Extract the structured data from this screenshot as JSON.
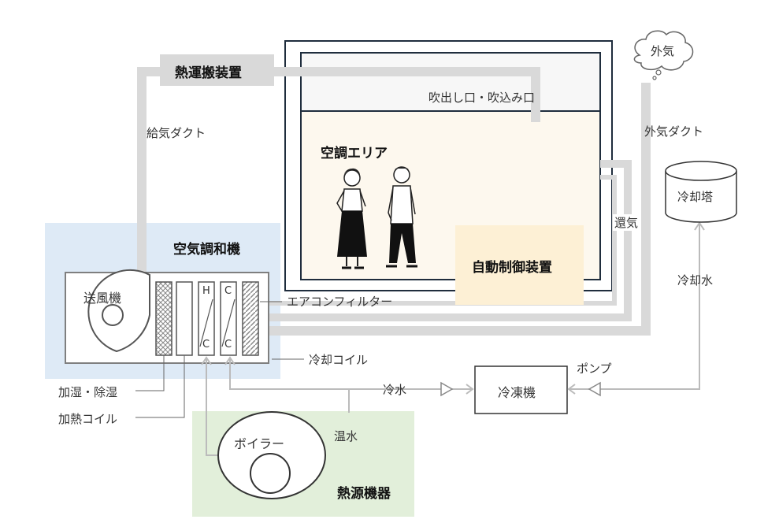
{
  "labels": {
    "heat_transport": "熱運搬装置",
    "supply_duct": "給気ダクト",
    "air_handler": "空気調和機",
    "fan": "送風機",
    "coil_h": "H",
    "coil_c1": "C",
    "coil_c2": "C",
    "coil_c3": "C",
    "air_filter": "エアコンフィルター",
    "cooling_coil": "冷却コイル",
    "humidify": "加湿・除湿",
    "heating_coil": "加熱コイル",
    "boiler": "ボイラー",
    "hot_water": "温水",
    "heat_source": "熱源機器",
    "chilled_water": "冷水",
    "chiller": "冷凍機",
    "pump": "ポンプ",
    "cooling_water": "冷却水",
    "cooling_tower": "冷却塔",
    "outside_air": "外気",
    "outside_air_duct": "外気ダクト",
    "return_air": "還気",
    "outlet_inlet": "吹出し口・吹込み口",
    "conditioned_area": "空調エリア",
    "auto_control": "自動制御装置"
  },
  "colors": {
    "duct": "#d9d9d9",
    "ahu_bg": "#deeaf6",
    "heat_source_bg": "#e2efda",
    "area_bg": "#fdf8ee",
    "control_bg": "#fdf0d5",
    "frame": "#1f2d3d",
    "line": "#8a8a8a"
  }
}
